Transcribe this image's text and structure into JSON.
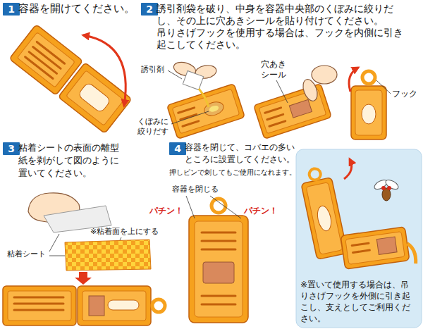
{
  "diagram": {
    "nodes": [
      {
        "text": [
          "1",
          "容器を開けてください。"
        ]
      },
      {
        "text": [
          "2",
          "誘引剤袋を破り、中身を容器中央部のくぼみに絞りだし、その上に穴あきシールを貼り付けてください。",
          "吊りさげフックを使用する場合は、フックを内側に引き起こしてください。"
        ]
      },
      {
        "text": [
          "3",
          "粘着シートの表面の離型紙を剥がして図のように置いてください。"
        ]
      },
      {
        "text": [
          "4",
          "容器を閉じて、コバエの多いところに設置してください。",
          "押しピンで刺してもご使用になれます。"
        ]
      },
      {
        "text": [
          "※置いて使用する場合は、吊りさげフックを外側に引き起こし、支えとしてご利用ください。"
        ]
      }
    ],
    "labels": [
      "誘引剤",
      "くぼみに絞りだす",
      "穴あきシール",
      "フック",
      "※粘着面を上にする",
      "粘着シート",
      "容器を閉じる",
      "パチン！",
      "パチン！"
    ]
  }
}
